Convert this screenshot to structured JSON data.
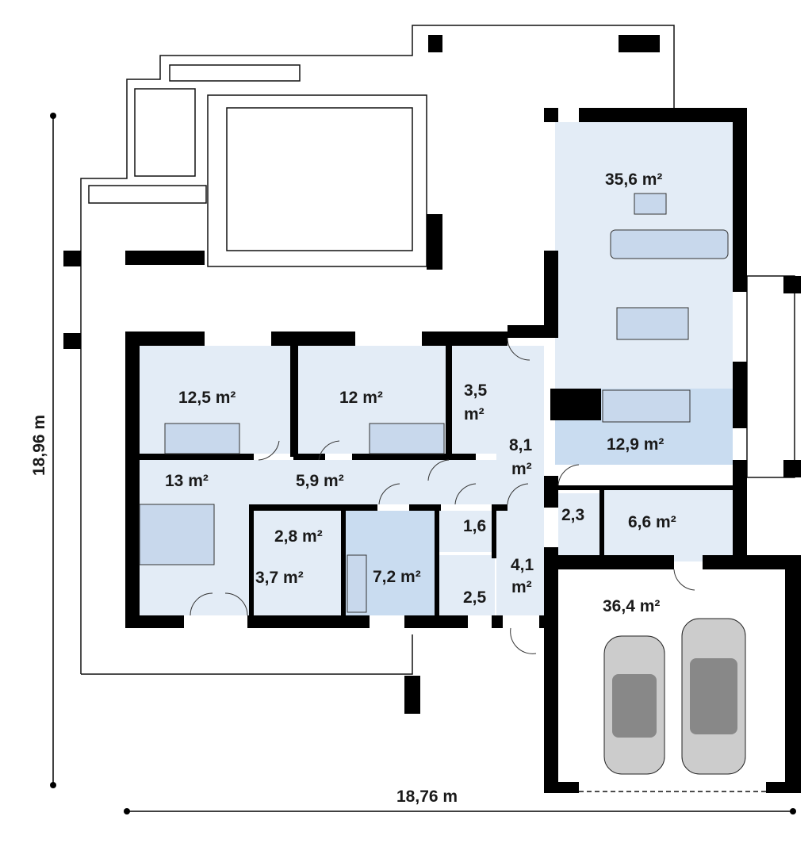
{
  "title": "Floor plan",
  "dimensions": {
    "width": "18,76 m",
    "height": "18,96 m"
  },
  "rooms": {
    "living": "35,6 m²",
    "kitchen": "12,9 m²",
    "bedroom1": "12,5 m²",
    "bedroom2": "12 m²",
    "closet": "3,5",
    "closet_unit": "m²",
    "hall": "8,1",
    "hall_unit": "m²",
    "master": "13 m²",
    "corridor": "5,9 m²",
    "bath_small": "2,8 m²",
    "wardrobe": "3,7 m²",
    "bathroom": "7,2 m²",
    "wc": "1,6",
    "storage": "2,5",
    "entry": "4,1",
    "entry_unit": "m²",
    "pantry": "2,3",
    "utility": "6,6 m²",
    "garage": "36,4 m²"
  },
  "colors": {
    "wall": "#000000",
    "room": "#e3ecf6",
    "kitchen": "#c9dcf0"
  }
}
